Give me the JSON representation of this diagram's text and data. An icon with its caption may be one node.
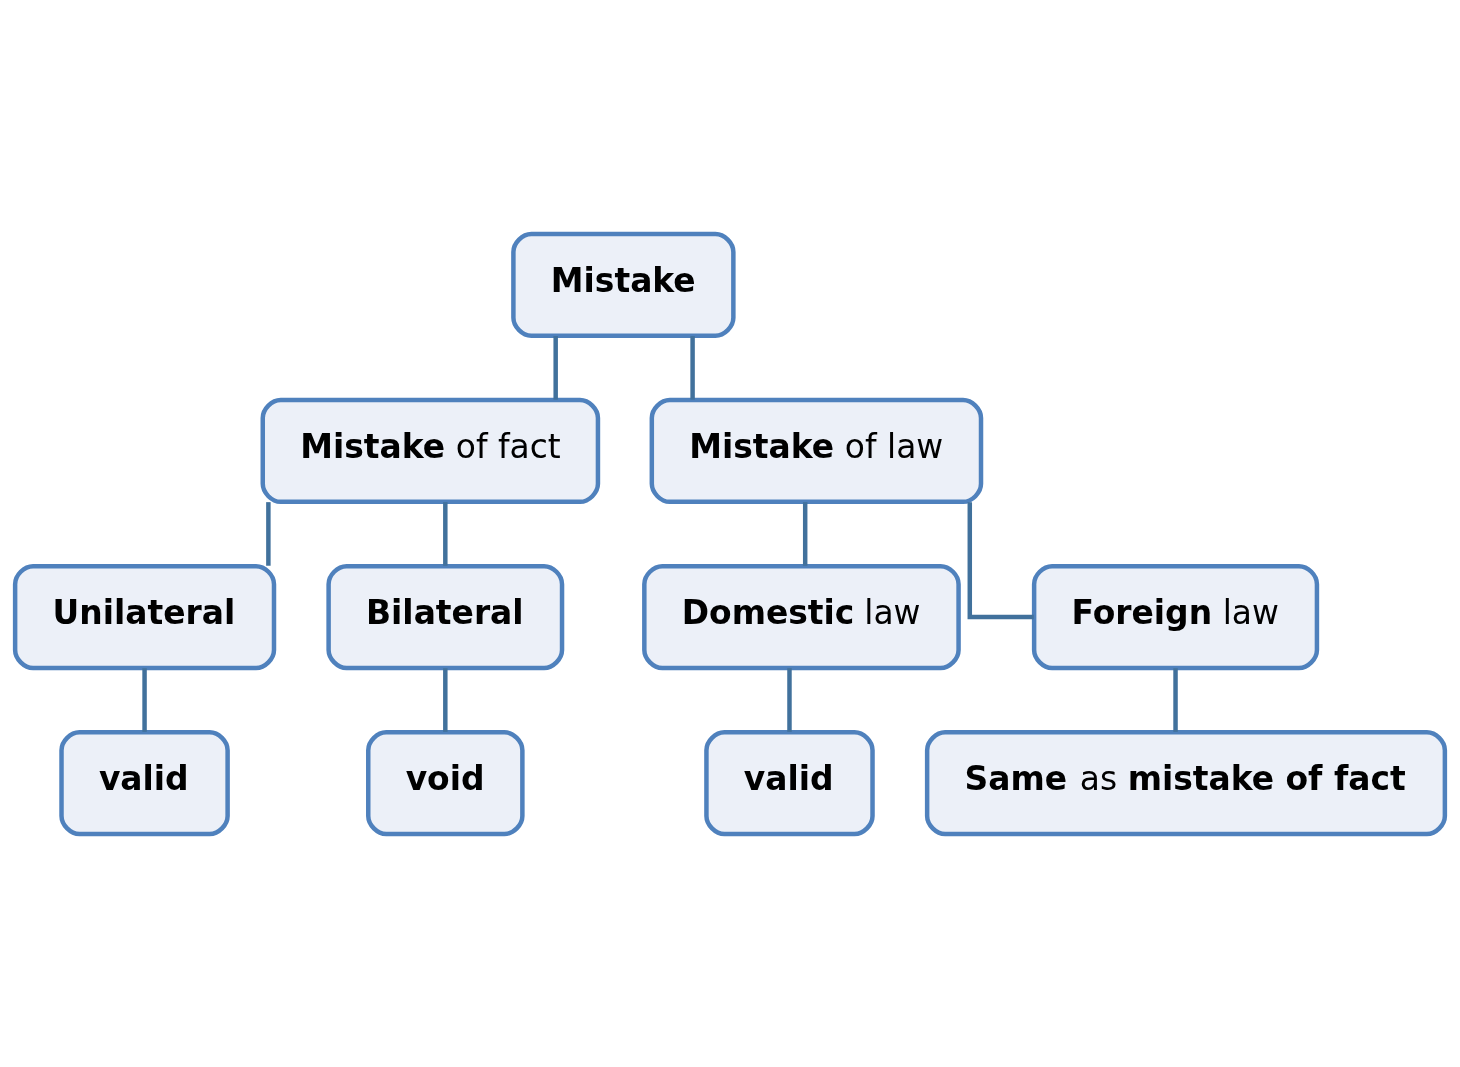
{
  "diagram": {
    "nodes": [
      {
        "text": [
          "**Mistake**"
        ]
      },
      {
        "text": [
          "**Mistake** of fact"
        ]
      },
      {
        "text": [
          "**Mistake** of law"
        ]
      },
      {
        "text": [
          "**Unilateral**"
        ]
      },
      {
        "text": [
          "**Bilateral**"
        ]
      },
      {
        "text": [
          "**Domestic** law"
        ]
      },
      {
        "text": [
          "**Foreign** law"
        ]
      },
      {
        "text": [
          "**valid**"
        ]
      },
      {
        "text": [
          "**void**"
        ]
      },
      {
        "text": [
          "**valid**"
        ]
      },
      {
        "text": [
          "**Same** as **mistake of fact**"
        ]
      }
    ],
    "edges": [
      {
        "from": 0,
        "to": 1,
        "arrow": "none"
      },
      {
        "from": 0,
        "to": 2,
        "arrow": "none"
      },
      {
        "from": 1,
        "to": 3,
        "arrow": "none"
      },
      {
        "from": 1,
        "to": 4,
        "arrow": "none"
      },
      {
        "from": 2,
        "to": 5,
        "arrow": "none"
      },
      {
        "from": 2,
        "to": 6,
        "arrow": "none"
      },
      {
        "from": 3,
        "to": 7,
        "arrow": "none"
      },
      {
        "from": 4,
        "to": 8,
        "arrow": "none"
      },
      {
        "from": 5,
        "to": 9,
        "arrow": "none"
      },
      {
        "from": 6,
        "to": 10,
        "arrow": "none"
      }
    ]
  }
}
